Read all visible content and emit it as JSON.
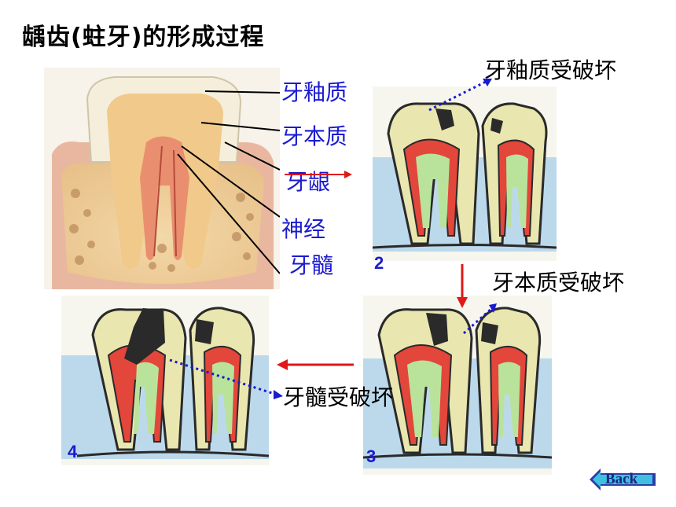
{
  "title": "龋齿(蛀牙)的形成过程",
  "anatomy_labels": {
    "enamel": "牙釉质",
    "dentin": "牙本质",
    "gum": "牙龈",
    "nerve": "神经",
    "pulp": "牙髓"
  },
  "stage_labels": {
    "stage2": "牙釉质受破坏",
    "stage3": "牙本质受破坏",
    "stage4": "牙髓受破坏"
  },
  "panel_numbers": {
    "p2": "2",
    "p3": "3",
    "p4": "4"
  },
  "back_button": {
    "label": "Back"
  },
  "colors": {
    "label_blue": "#1a1ad0",
    "arrow_red": "#e01818",
    "dotted_blue": "#1a1ad0",
    "panel_bg": "#bcd9ec"
  }
}
